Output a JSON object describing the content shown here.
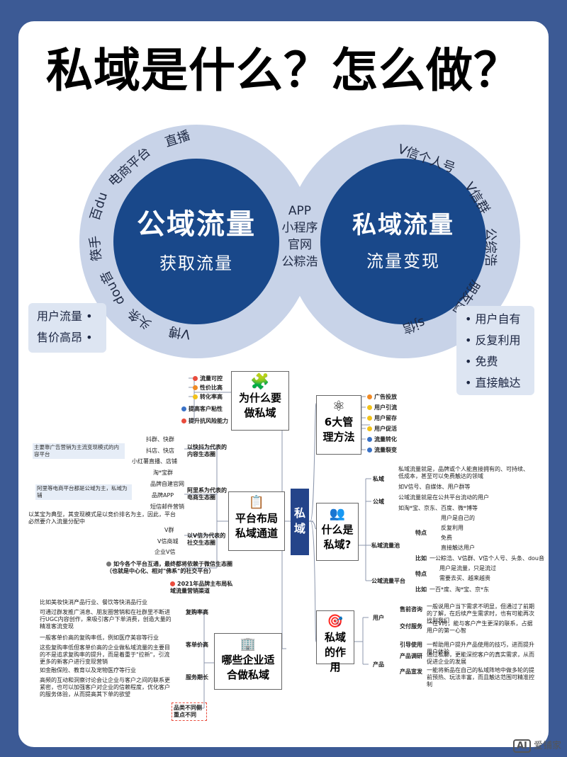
{
  "title": "私域是什么？怎么做？",
  "public": {
    "main": "公域流量",
    "sub": "获取流量",
    "ring": [
      "直播",
      "电商平台",
      "百du",
      "筷手",
      "dou音",
      "头条",
      "V博"
    ],
    "box": [
      "用户流量 •",
      "售价高昂 •"
    ]
  },
  "private": {
    "main": "私域流量",
    "sub": "流量变现",
    "ring": [
      "V信个人号",
      "V信群",
      "公综浩",
      "朋友圈",
      "sj信"
    ],
    "box": [
      "• 用户自有",
      "• 反复利用",
      "• 免费",
      "• 直接触达"
    ]
  },
  "middle": [
    "APP",
    "小程序",
    "官网",
    "公粽浩"
  ],
  "mindmap": {
    "center": "私域",
    "why": {
      "title": "为什么要做私域",
      "items": [
        "流量可控",
        "性价比高",
        "转化率高",
        "提高客户粘性",
        "提升抗风险能力"
      ]
    },
    "six": {
      "title": "6大管理方法",
      "items": [
        "广告投放",
        "用户引流",
        "用户留存",
        "用户促活",
        "流量转化",
        "流量裂变"
      ]
    },
    "platform": {
      "title": "平台布局私域通道",
      "g1": "以快抖为代表的内容生态圈",
      "g1_items": [
        "抖群、快群",
        "抖店、快店",
        "小红薯直播、店铺"
      ],
      "g1_note": "主要靠广告营销为主流变现模式的内容平台",
      "g2": "阿里系为代表的电商生态圈",
      "g2_items": [
        "淘*宝群",
        "品牌自建官网",
        "品牌APP",
        "短信邮件营销"
      ],
      "g2_note": "阿里等电商平台都是公域为主，私域为辅",
      "g2_note2": "以某宝为典型，其变现模式是以竞价排名为主，因此，平台必然要介入流量分配中",
      "g3": "以V信为代表的社交生态圈",
      "g3_items": [
        "V群",
        "V信商城",
        "企业V信"
      ],
      "tip1": "如今各个平台互通，最终都将依赖于微信生态圈（也就是中心化、相对\"佛系\"的社交平台）",
      "tip2": "2021年品牌主布局私域流量营销渠道"
    },
    "what": {
      "title": "什么是私域?",
      "n1": "私域",
      "n1_text": "私域流量就是，品牌或个人能直接拥有的、可持续、低成本，甚至可以免费触达的领域",
      "n1_text2": "如V信号、自媒体、用户群等",
      "n2": "公域",
      "n2_text": "公域流量就是在公共平台流动的用户",
      "n2_text2": "如淘*宝、京东、百度、微*博等",
      "n3": "私域流量池",
      "n3_feat": "特点",
      "n3_items": [
        "用户是自己的",
        "反复利用",
        "免费",
        "直接触达用户"
      ],
      "n3_eg": "比如",
      "n3_eg_text": "一公粽浩、V信群、V信个人号、头条、dou音",
      "n4": "公域流量平台",
      "n4_feat": "特点",
      "n4_items": [
        "用户是流量，只是流过",
        "需要去买、越来越贵"
      ],
      "n4_eg": "比如",
      "n4_eg_text": "一百*度、淘*宝、京*东"
    },
    "role": {
      "title": "私域的作用",
      "user": "用户",
      "user_items": [
        [
          "售前咨询",
          "一般说用户当下需求不明显，但通过了前期的了解，在后续产生需求时，也有可能再次找到我们"
        ],
        [
          "交付服务",
          "一在V时，能与客户产生更深的联系，占据用户的第一心智"
        ]
      ],
      "product": "产品",
      "product_items": [
        [
          "引导使用",
          "一帮助用户提升产品使用的技巧，进而提升用户体验"
        ],
        [
          "产品调研",
          "通过私聊，更能深挖客户的真实需求，从而促进企业的发展"
        ],
        [
          "产品宣发",
          "一能将新品在自己的私域阵地中做多轮的提前预热、玩法丰富，而且触达范围可精准控制"
        ]
      ]
    },
    "which": {
      "title": "哪些企业适合做私域",
      "b1": "复购率高",
      "b1_notes": [
        "比如美妆快消产品行业、餐饮等快消品行业",
        "可通过群发推广消息、朋友圈营销和在社群里不断进行UGC内容创作，来吸引客户下单消费，创造大量的精准客流变现"
      ],
      "b2": "客单价高",
      "b2_notes": [
        "一般客单价高的复购率低，例如医疗美容等行业",
        "这些复购率低但客单价高的企业做私域流量的主要目的不是追求复购率的提升，而是着重于\"拉新\"，引流更多的新客户进行变现营销"
      ],
      "b3": "服务期长",
      "b3_notes": [
        "如金融保险、教育以及宠物医疗等行业",
        "高频的互动和洞察讨论会让企业与客户之间的联系更紧密，也可以加强客户对企业的信赖程度，优化客户的服务体验，从而提高其下单的欲望"
      ],
      "b4": "品类不同侧重点不同"
    }
  },
  "watermark": "爱铺家",
  "watermark_logo": "AI",
  "colors": {
    "navy": "#19488a",
    "ring": "#c8d3e8",
    "frame": "#3c5a95",
    "box": "#dde5f2"
  }
}
